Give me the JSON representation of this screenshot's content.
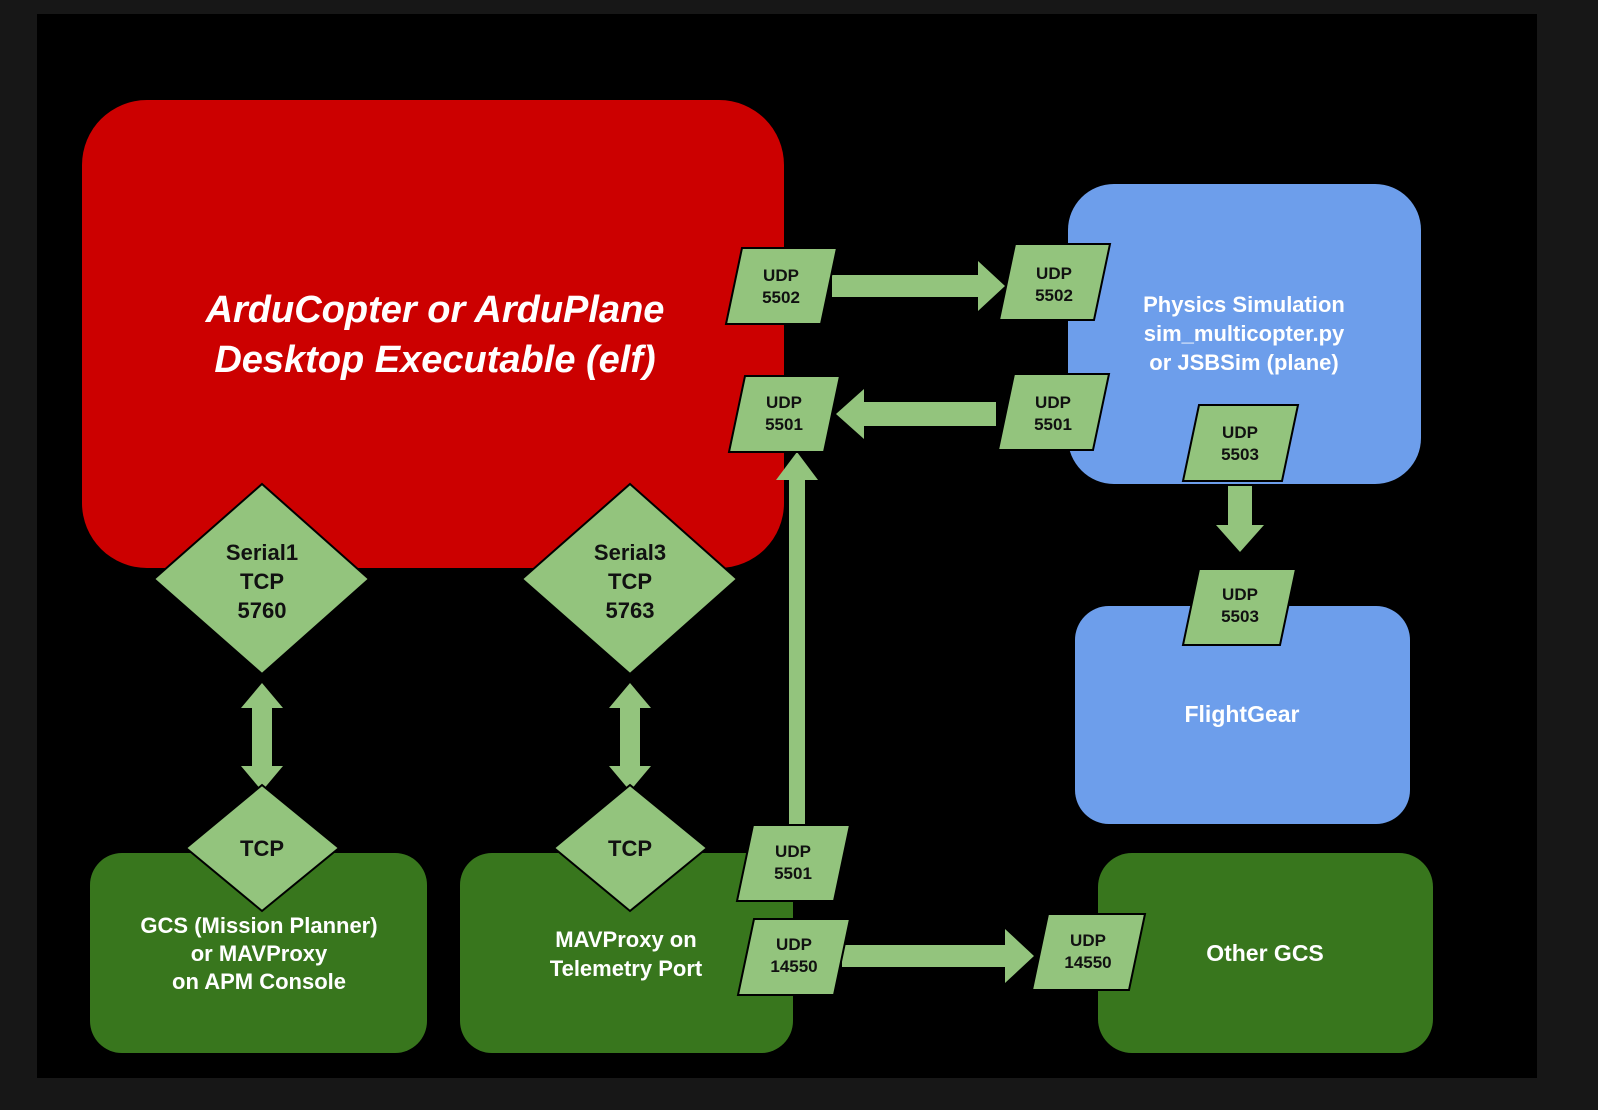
{
  "colors": {
    "page_background": "#171717",
    "canvas_background": "#000000",
    "executable_box": "#cc0000",
    "simulation_box": "#6d9eeb",
    "gcs_box": "#38761d",
    "port_fill": "#93c47d",
    "arrow_fill": "#93c47d",
    "dark_text": "#111111",
    "light_text": "#ffffff"
  },
  "executable": {
    "title_line1": "ArduCopter or ArduPlane",
    "title_line2": "Desktop Executable (elf)"
  },
  "physics_sim": {
    "line1": "Physics Simulation",
    "line2": "sim_multicopter.py",
    "line3": "or JSBSim (plane)"
  },
  "flightgear": {
    "label": "FlightGear"
  },
  "gcs_console": {
    "line1": "GCS (Mission Planner)",
    "line2": "or MAVProxy",
    "line3": "on APM Console"
  },
  "mavproxy": {
    "line1": "MAVProxy on",
    "line2": "Telemetry Port"
  },
  "other_gcs": {
    "label": "Other GCS"
  },
  "serial_ports": [
    {
      "name": "Serial1",
      "proto": "TCP",
      "port": "5760"
    },
    {
      "name": "Serial3",
      "proto": "TCP",
      "port": "5763"
    }
  ],
  "tcp_clients": [
    {
      "proto": "TCP"
    },
    {
      "proto": "TCP"
    }
  ],
  "udp_ports": {
    "exe_out": {
      "proto": "UDP",
      "port": "5502"
    },
    "sim_in": {
      "proto": "UDP",
      "port": "5502"
    },
    "exe_in": {
      "proto": "UDP",
      "port": "5501"
    },
    "sim_out": {
      "proto": "UDP",
      "port": "5501"
    },
    "sim_fg_out": {
      "proto": "UDP",
      "port": "5503"
    },
    "fg_in": {
      "proto": "UDP",
      "port": "5503"
    },
    "mav_out": {
      "proto": "UDP",
      "port": "5501"
    },
    "mav_fwd": {
      "proto": "UDP",
      "port": "14550"
    },
    "other_in": {
      "proto": "UDP",
      "port": "14550"
    }
  }
}
